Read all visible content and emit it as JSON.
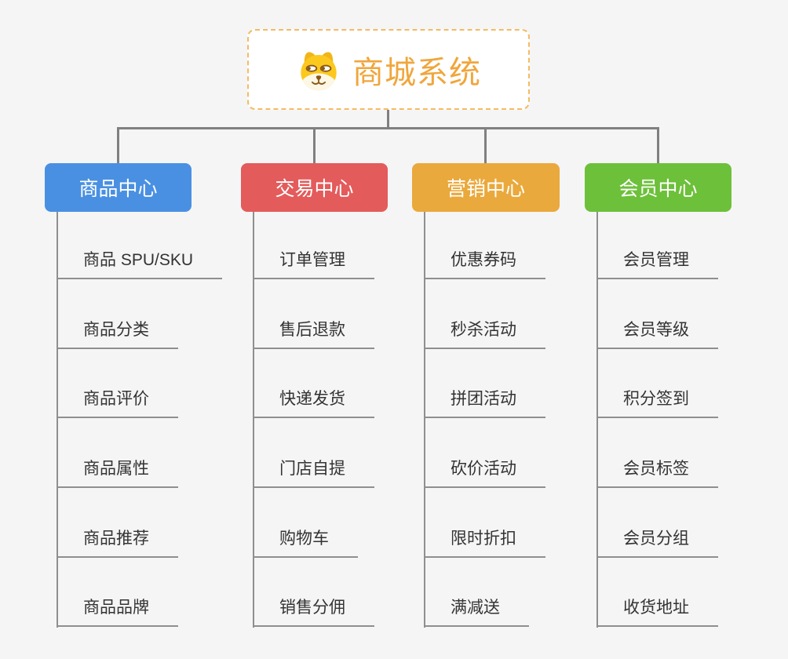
{
  "root": {
    "title": "商城系统",
    "icon": "dog-icon"
  },
  "colors": {
    "background": "#f5f5f6",
    "root_border": "#f3bb64",
    "root_text": "#f0a63c",
    "connector": "#808080",
    "leaf_line": "#8f8f8f",
    "leaf_text": "#333333",
    "branch_text": "#ffffff"
  },
  "branches": [
    {
      "label": "商品中心",
      "color": "#4a90e2",
      "children": [
        "商品 SPU/SKU",
        "商品分类",
        "商品评价",
        "商品属性",
        "商品推荐",
        "商品品牌"
      ]
    },
    {
      "label": "交易中心",
      "color": "#e45b5b",
      "children": [
        "订单管理",
        "售后退款",
        "快递发货",
        "门店自提",
        "购物车",
        "销售分佣"
      ]
    },
    {
      "label": "营销中心",
      "color": "#eaa93c",
      "children": [
        "优惠券码",
        "秒杀活动",
        "拼团活动",
        "砍价活动",
        "限时折扣",
        "满减送"
      ]
    },
    {
      "label": "会员中心",
      "color": "#6dc03a",
      "children": [
        "会员管理",
        "会员等级",
        "积分签到",
        "会员标签",
        "会员分组",
        "收货地址"
      ]
    }
  ]
}
